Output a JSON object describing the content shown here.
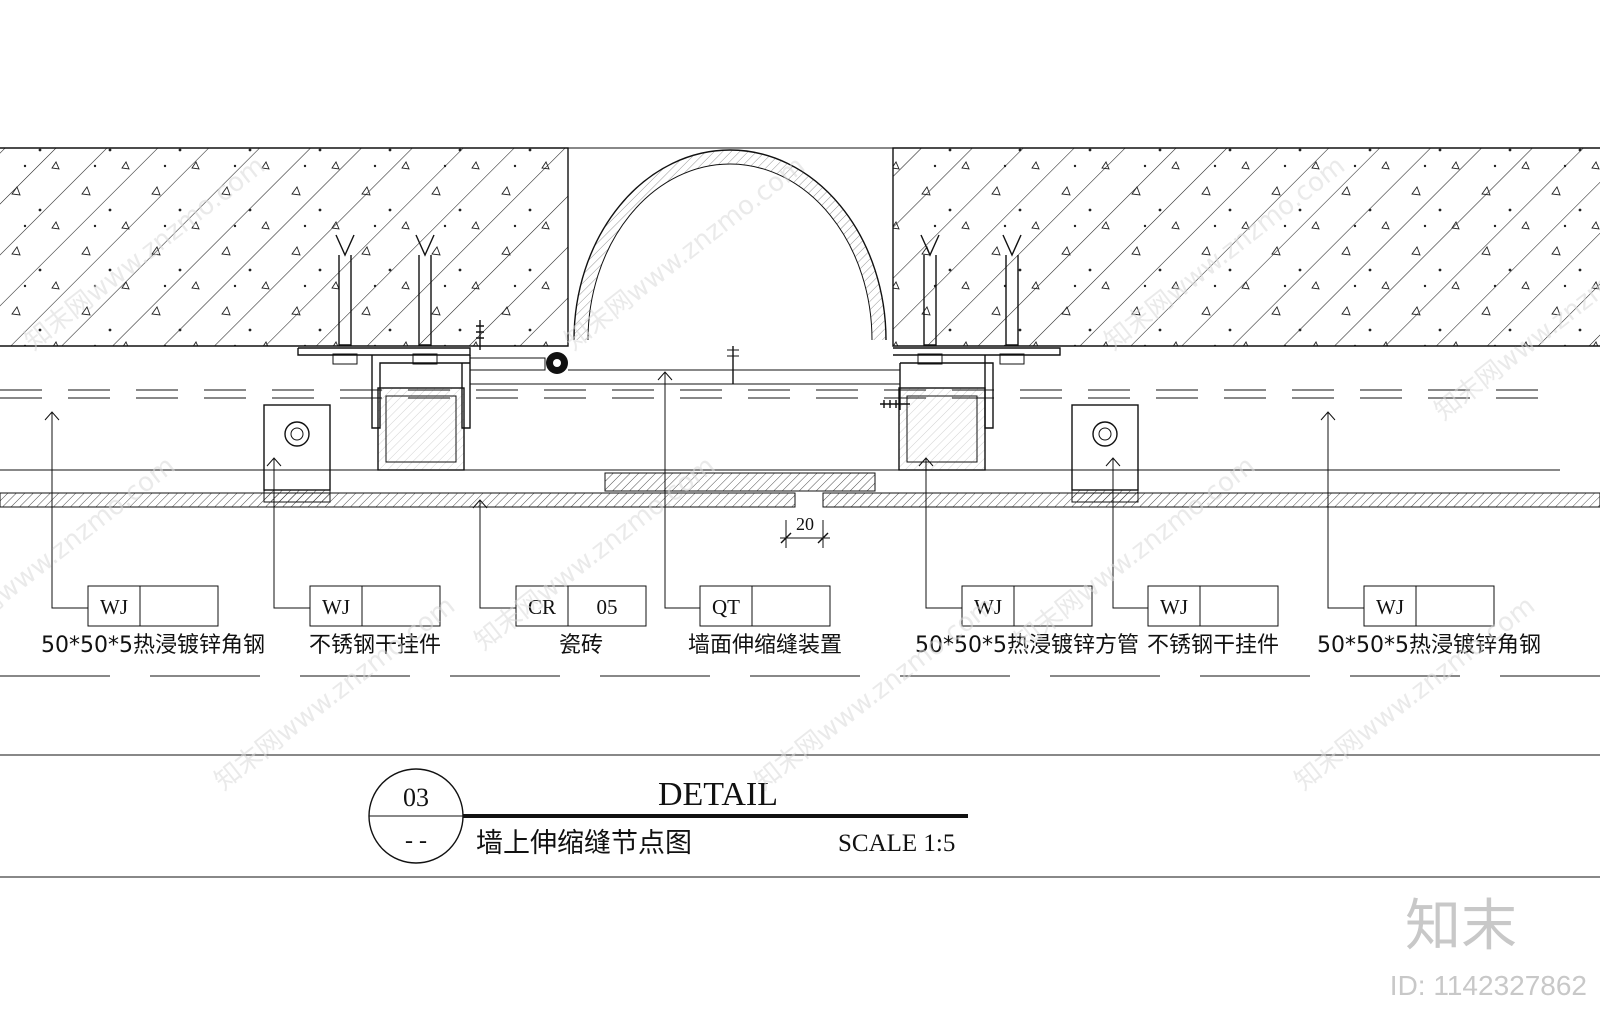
{
  "callouts": [
    {
      "code": "WJ",
      "num": "",
      "desc": "50*50*5热浸镀锌角钢"
    },
    {
      "code": "WJ",
      "num": "",
      "desc": "不锈钢干挂件"
    },
    {
      "code": "CR",
      "num": "05",
      "desc": "瓷砖"
    },
    {
      "code": "QT",
      "num": "",
      "desc": "墙面伸缩缝装置"
    },
    {
      "code": "WJ",
      "num": "",
      "desc": "50*50*5热浸镀锌方管"
    },
    {
      "code": "WJ",
      "num": "",
      "desc": "不锈钢干挂件"
    },
    {
      "code": "WJ",
      "num": "",
      "desc": "50*50*5热浸镀锌角钢"
    }
  ],
  "dimension": "20",
  "title_block": {
    "number": "03",
    "sheet": "- -",
    "heading": "DETAIL",
    "name": "墙上伸缩缝节点图",
    "scale": "SCALE 1:5"
  },
  "watermark": {
    "text": "知末网www.znzmo.com",
    "brand": "知末",
    "id": "ID: 1142327862"
  }
}
